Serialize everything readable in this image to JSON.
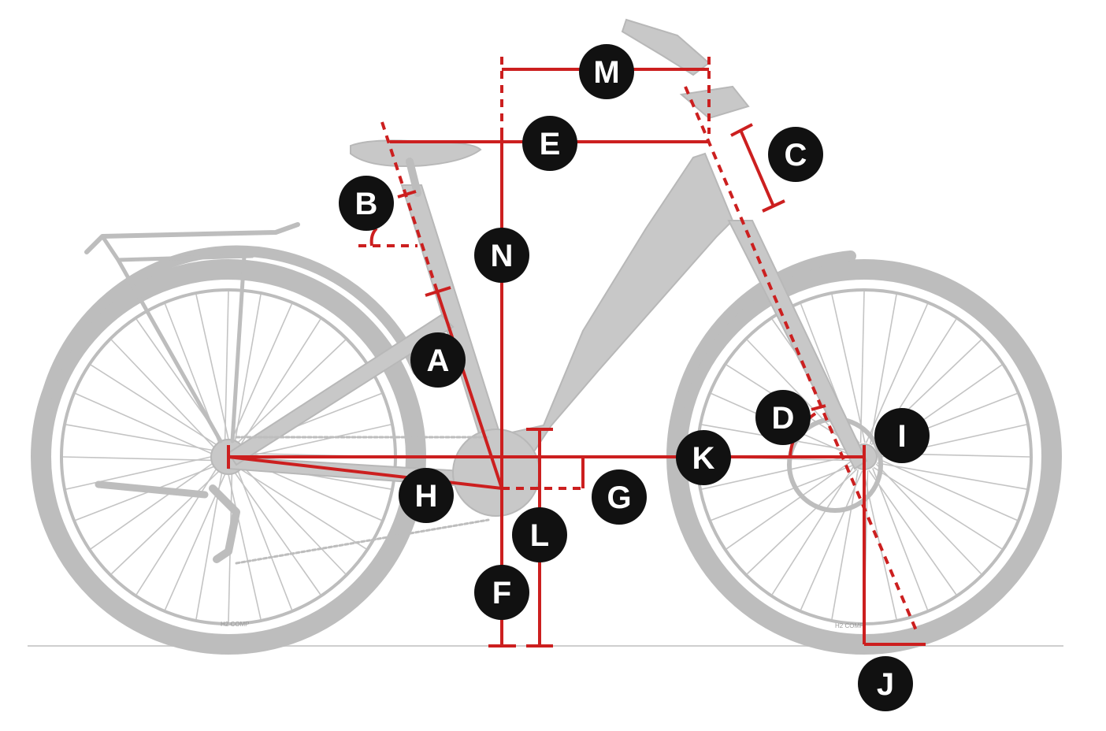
{
  "markers": {
    "A": "A",
    "B": "B",
    "C": "C",
    "D": "D",
    "E": "E",
    "F": "F",
    "G": "G",
    "H": "H",
    "I": "I",
    "J": "J",
    "K": "K",
    "L": "L",
    "M": "M",
    "N": "N"
  },
  "tire_label": "H2 COMP",
  "colors": {
    "dimension": "#cc1f1f",
    "marker": "#111111",
    "bike": "#c8c8c8",
    "ground": "#cfcfcf"
  }
}
